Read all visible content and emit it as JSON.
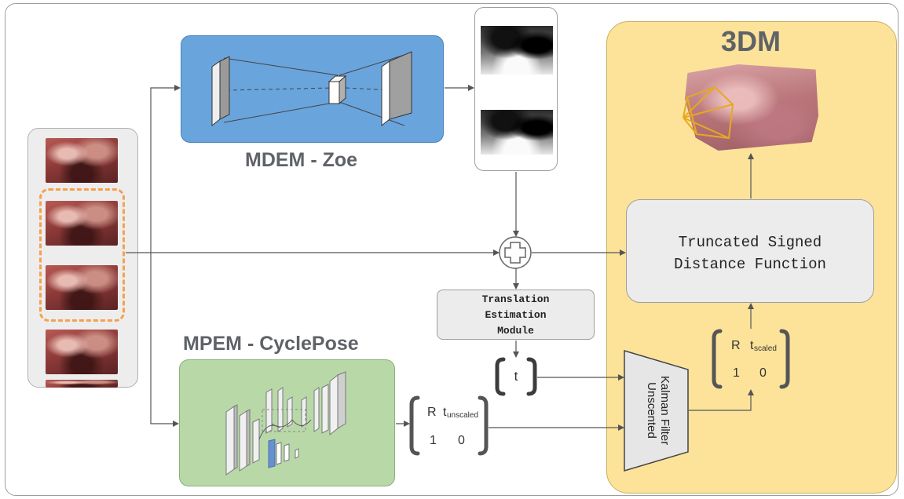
{
  "mdem": {
    "title": "MDEM - Zoe"
  },
  "mpem": {
    "title": "MPEM - CyclePose"
  },
  "tdm": {
    "title": "3DM"
  },
  "tsdf": {
    "line1": "Truncated Signed",
    "line2": "Distance Function"
  },
  "tem": {
    "line1": "Translation",
    "line2": "Estimation",
    "line3": "Module"
  },
  "t_vector": {
    "symbol": "t"
  },
  "ukf": {
    "line1": "Unscented",
    "line2": "Kalman Filter"
  },
  "matrix_unscaled": {
    "R": "R",
    "t": "t",
    "t_sub": "unscaled",
    "one": "1",
    "zero": "0"
  },
  "matrix_scaled": {
    "R": "R",
    "t": "t",
    "t_sub": "scaled",
    "one": "1",
    "zero": "0"
  },
  "colors": {
    "mdem": "#6aa4dd",
    "mpem": "#b8d8a8",
    "tdm": "#fde39a",
    "selection": "#f6a04d",
    "camera": "#e6a921"
  }
}
